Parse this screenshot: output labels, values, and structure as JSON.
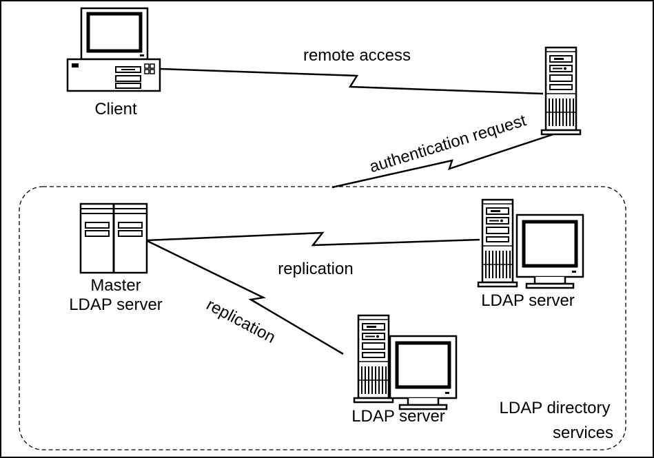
{
  "labels": {
    "client": "Client",
    "remote_access": "remote access",
    "authentication_request": "authentication request",
    "master_line1": "Master",
    "master_line2": "LDAP server",
    "replication_top": "replication",
    "replication_diag": "replication",
    "ldap_server_right": "LDAP server",
    "ldap_server_bottom": "LDAP server",
    "directory_line1": "LDAP directory",
    "directory_line2": "services"
  }
}
